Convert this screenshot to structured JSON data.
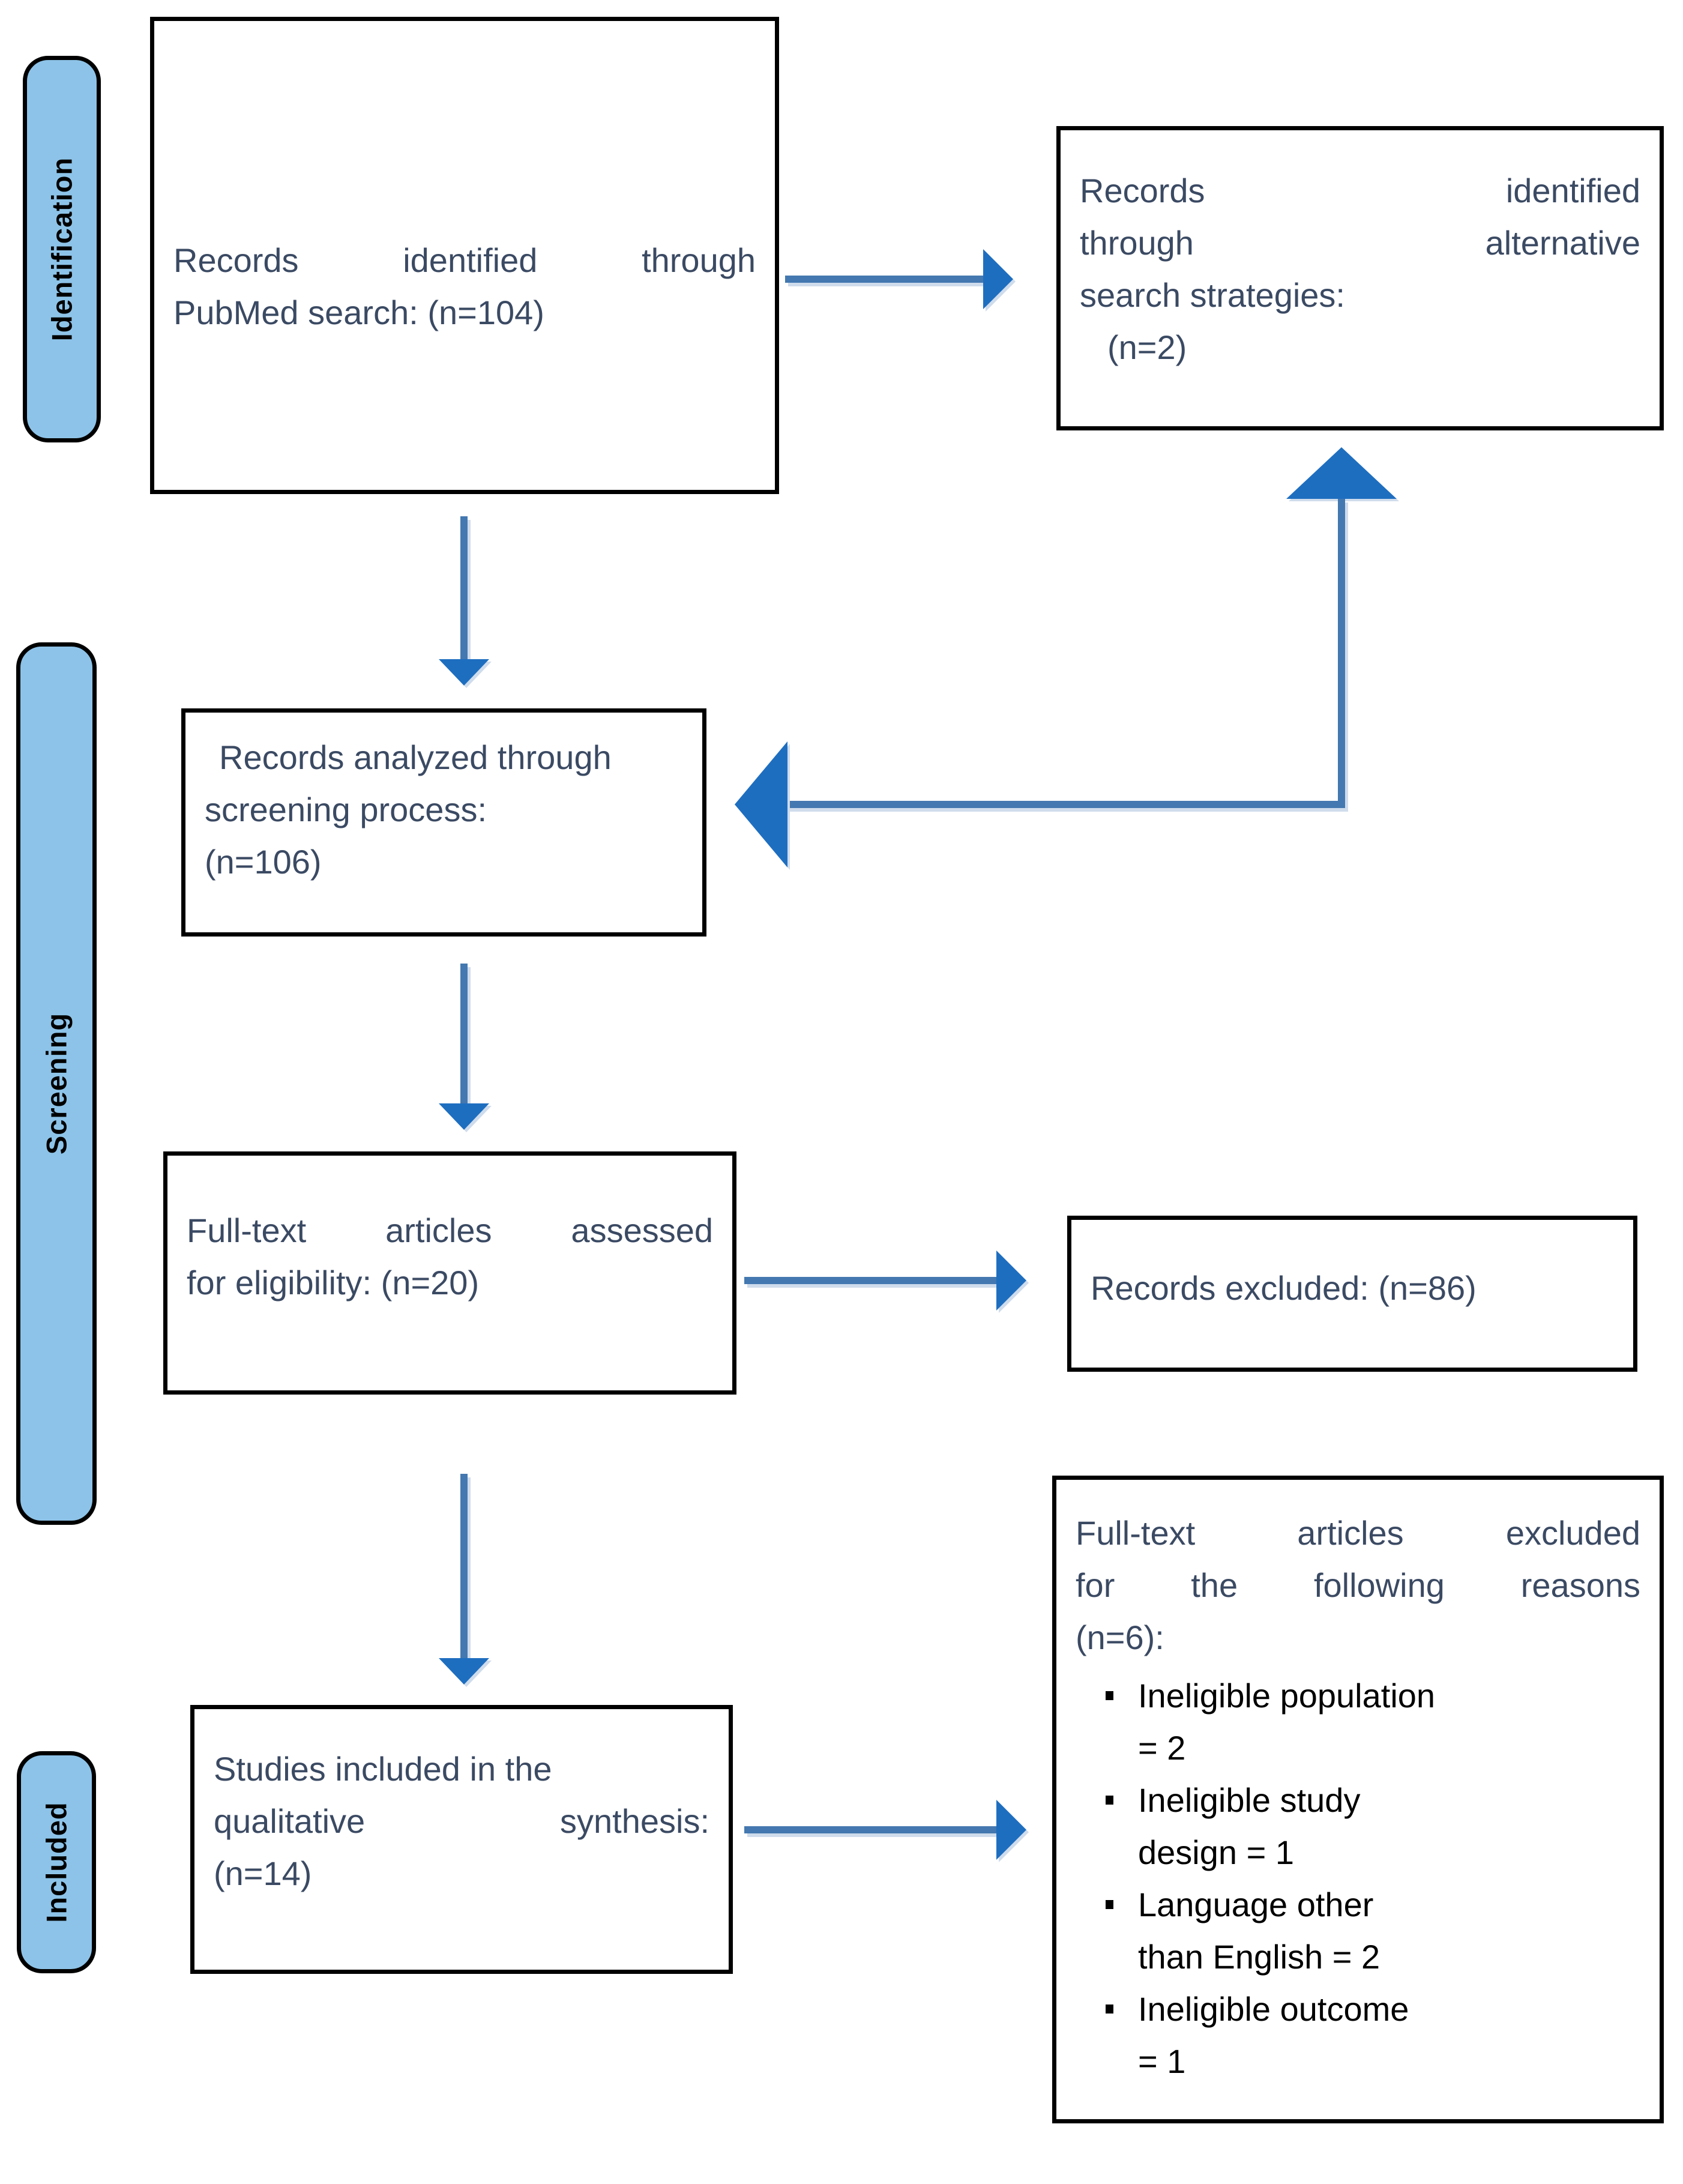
{
  "diagram": {
    "title": "PRISMA study selection flow diagram",
    "colors": {
      "chip_fill": "#8DC3E8",
      "chip_border": "#000000",
      "box_border": "#000000",
      "box_text": "#3B4A63",
      "bullet_text": "#000000",
      "arrow_line": "#4478B0",
      "arrow_head": "#1E6EC0"
    },
    "stages": [
      {
        "id": "identification",
        "label": "Identification"
      },
      {
        "id": "screening",
        "label": "Screening"
      },
      {
        "id": "included",
        "label": "Included"
      }
    ],
    "boxes": {
      "identified": {
        "n": 104,
        "lines": [
          "Records identified through",
          "PubMed search: (n=104)"
        ]
      },
      "alternative": {
        "n": 2,
        "lines": [
          "Records identified",
          "through alternative",
          "search strategies:",
          "(n=2)"
        ]
      },
      "screened": {
        "n": 106,
        "lines": [
          "Records analyzed through",
          "screening process:",
          "(n=106)"
        ]
      },
      "fulltext": {
        "n": 20,
        "lines": [
          "Full-text articles assessed",
          "for eligibility: (n=20)"
        ]
      },
      "excluded": {
        "n": 86,
        "lines": [
          "Records excluded: (n=86)"
        ]
      },
      "included": {
        "n": 14,
        "lines": [
          "Studies included in the",
          "qualitative synthesis:",
          "(n=14)"
        ]
      },
      "ftexcluded": {
        "n": 6,
        "heading_lines": [
          "Full-text articles excluded",
          "for the following reasons",
          "(n=6):"
        ],
        "bullets": [
          {
            "lines": [
              "Ineligible population",
              "= 2"
            ]
          },
          {
            "lines": [
              "Ineligible study",
              "design = 1"
            ]
          },
          {
            "lines": [
              "Language other",
              "than English = 2"
            ]
          },
          {
            "lines": [
              "Ineligible outcome",
              "= 1"
            ]
          }
        ]
      }
    }
  }
}
